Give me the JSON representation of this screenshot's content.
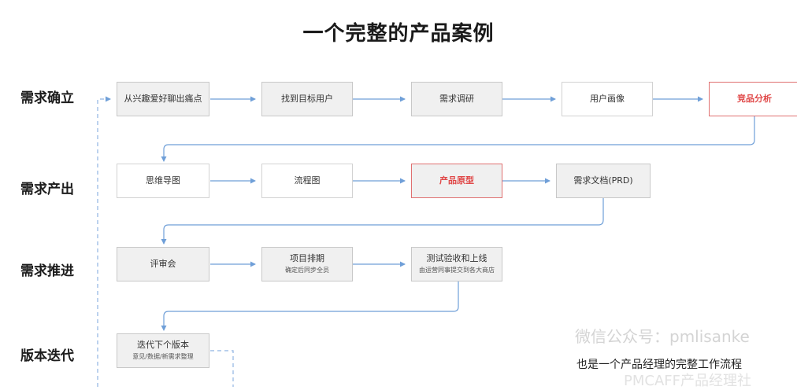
{
  "title": "一个完整的产品案例",
  "rows": [
    {
      "label": "需求确立"
    },
    {
      "label": "需求产出"
    },
    {
      "label": "需求推进"
    },
    {
      "label": "版本迭代"
    }
  ],
  "nodes": {
    "interest_pain": {
      "text": "从兴趣爱好聊出痛点"
    },
    "target_users": {
      "text": "找到目标用户"
    },
    "research": {
      "text": "需求调研"
    },
    "persona": {
      "text": "用户画像"
    },
    "competitor": {
      "text": "竞品分析"
    },
    "mindmap": {
      "text": "思维导图"
    },
    "flowchart": {
      "text": "流程图"
    },
    "prototype": {
      "text": "产品原型"
    },
    "prd": {
      "text": "需求文档(PRD)"
    },
    "review": {
      "text": "评审会"
    },
    "schedule": {
      "text": "项目排期",
      "sub": "确定后同步全员"
    },
    "test_launch": {
      "text": "测试验收和上线",
      "sub": "由运营同事提交到各大商店"
    },
    "next_version": {
      "text": "迭代下个版本",
      "sub": "意见/数据/新需求整理"
    }
  },
  "colors": {
    "arrow": "#6f9fd8",
    "highlight": "#e04848",
    "node_gray": "#f0f0f0"
  },
  "watermark": "微信公众号：pmlisanke",
  "footer": "也是一个产品经理的完整工作流程",
  "brand": "PMCAFF产品经理社"
}
